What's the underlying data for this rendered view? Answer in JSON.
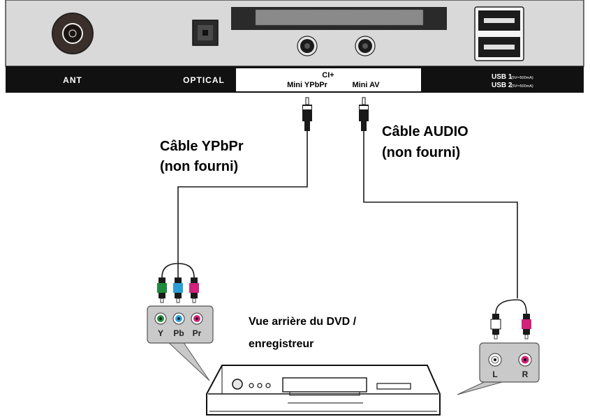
{
  "panel": {
    "ant": "ANT",
    "optical": "OPTICAL",
    "ci": "CI+",
    "mini_ypbpr": "Mini YPbPr",
    "mini_av": "Mini AV",
    "usb1": "USB 1",
    "usb1_spec": "(5V═500mA)",
    "usb2": "USB 2",
    "usb2_spec": "(5V═500mA)"
  },
  "labels": {
    "ypbpr_line1": "Câble YPbPr",
    "ypbpr_line2": "(non fourni)",
    "audio_line1": "Câble AUDIO",
    "audio_line2": "(non fourni)",
    "dvd_line1": "Vue arrière du DVD /",
    "dvd_line2": "enregistreur"
  },
  "jacks": {
    "y": "Y",
    "pb": "Pb",
    "pr": "Pr",
    "l": "L",
    "r": "R"
  },
  "colors": {
    "panel_bg": "#d9d9d9",
    "label_bar": "#111111",
    "green": "#1e8a3c",
    "blue": "#2a9fd6",
    "magenta": "#d0237a",
    "jack_box": "#c9c9c9"
  }
}
